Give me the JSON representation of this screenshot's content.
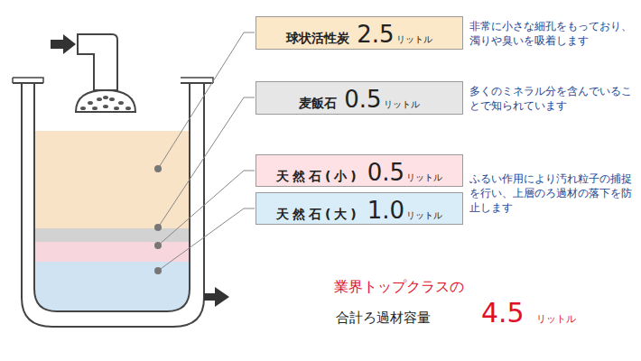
{
  "diagram": {
    "nodes": [
      {
        "text": [
          "球状活性炭",
          "2.5",
          "リットル"
        ]
      },
      {
        "text": [
          "麦飯石",
          "0.5",
          "リットル"
        ]
      },
      {
        "text": [
          "天然石(小)",
          "0.5",
          "リットル"
        ]
      },
      {
        "text": [
          "天然石(大)",
          "1.0",
          "リットル"
        ]
      }
    ],
    "labels": [
      "非常に小さな細孔をもっており、濁りや臭いを吸着します",
      "多くのミネラル分を含んでいることで知られています",
      "ふるい作用により汚れ粒子の捕捉を行い、上層のろ過材の落下を防止します",
      "業界トップクラスの",
      "合計ろ過材容量",
      "4.5",
      "リットル"
    ]
  }
}
